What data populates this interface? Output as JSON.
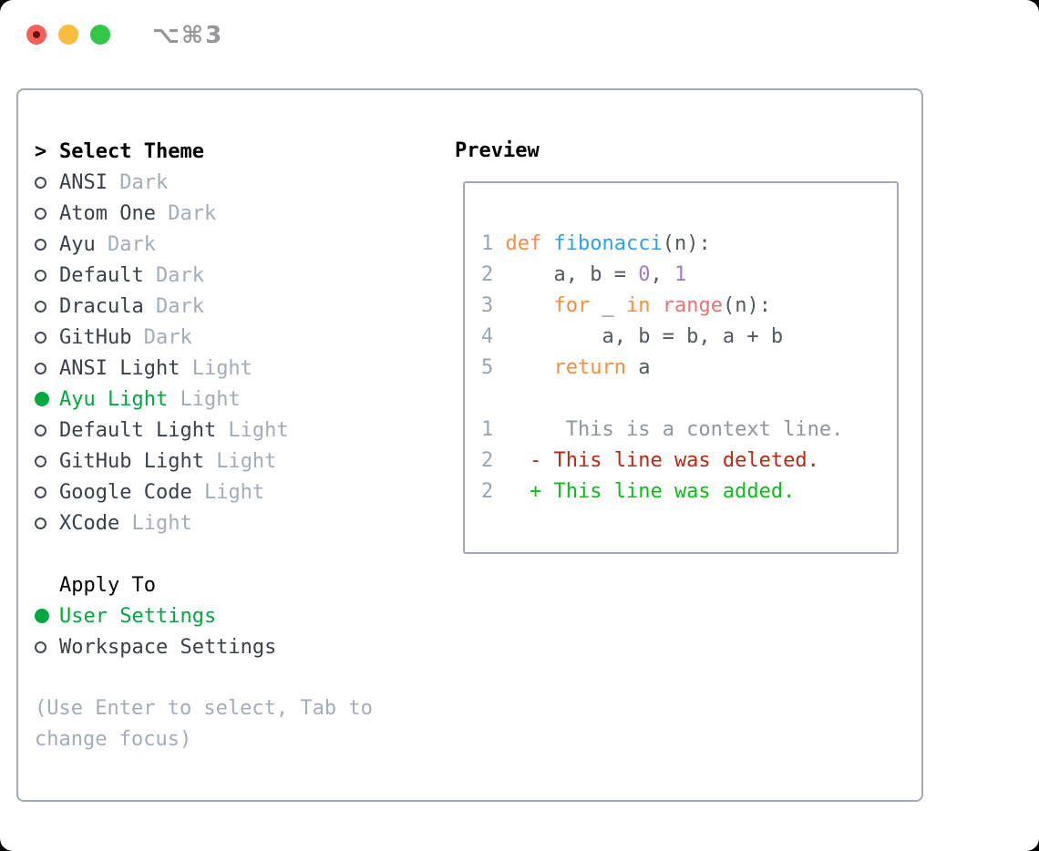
{
  "window": {
    "shortcut_label": "⌥⌘3",
    "traffic_lights": {
      "close": "#f4605a",
      "minimize": "#f7bd3c",
      "zoom": "#33c748"
    }
  },
  "colors": {
    "selected_green": "#00a93f",
    "added_green": "#0bbd16",
    "deleted_red": "#c22410",
    "keyword_orange": "#fa8d3e",
    "function_blue": "#2ca3e8",
    "constant_purple": "#a37acc",
    "range_coral": "#f07171",
    "muted_gray": "#a3acb9",
    "border_gray": "#a3aab5"
  },
  "theme_panel": {
    "header_marker": ">",
    "header": "Select Theme",
    "items": [
      {
        "name": "ANSI",
        "variant": "Dark",
        "selected": false
      },
      {
        "name": "Atom One",
        "variant": "Dark",
        "selected": false
      },
      {
        "name": "Ayu",
        "variant": "Dark",
        "selected": false
      },
      {
        "name": "Default",
        "variant": "Dark",
        "selected": false
      },
      {
        "name": "Dracula",
        "variant": "Dark",
        "selected": false
      },
      {
        "name": "GitHub",
        "variant": "Dark",
        "selected": false
      },
      {
        "name": "ANSI Light",
        "variant": "Light",
        "selected": false
      },
      {
        "name": "Ayu Light",
        "variant": "Light",
        "selected": true
      },
      {
        "name": "Default Light",
        "variant": "Light",
        "selected": false
      },
      {
        "name": "GitHub Light",
        "variant": "Light",
        "selected": false
      },
      {
        "name": "Google Code",
        "variant": "Light",
        "selected": false
      },
      {
        "name": "XCode",
        "variant": "Light",
        "selected": false
      }
    ]
  },
  "apply_to": {
    "header": "Apply To",
    "options": [
      {
        "label": "User Settings",
        "selected": true
      },
      {
        "label": "Workspace Settings",
        "selected": false
      }
    ]
  },
  "hint": "(Use Enter to select, Tab to change focus)",
  "preview": {
    "header": "Preview",
    "lines": [
      [
        {
          "t": "1 ",
          "c": "ln"
        },
        {
          "t": "def ",
          "c": "kw"
        },
        {
          "t": "fibonacci",
          "c": "fn"
        },
        {
          "t": "(n):",
          "c": "pl"
        }
      ],
      [
        {
          "t": "2 ",
          "c": "ln"
        },
        {
          "t": "    a, b = ",
          "c": "pl"
        },
        {
          "t": "0",
          "c": "num"
        },
        {
          "t": ", ",
          "c": "pl"
        },
        {
          "t": "1",
          "c": "num"
        }
      ],
      [
        {
          "t": "3 ",
          "c": "ln"
        },
        {
          "t": "    ",
          "c": "pl"
        },
        {
          "t": "for ",
          "c": "kw"
        },
        {
          "t": "_ ",
          "c": "pl"
        },
        {
          "t": "in ",
          "c": "kw"
        },
        {
          "t": "range",
          "c": "rng"
        },
        {
          "t": "(n):",
          "c": "pl"
        }
      ],
      [
        {
          "t": "4 ",
          "c": "ln"
        },
        {
          "t": "        a, b = b, a + b",
          "c": "pl"
        }
      ],
      [
        {
          "t": "5 ",
          "c": "ln"
        },
        {
          "t": "    ",
          "c": "pl"
        },
        {
          "t": "return ",
          "c": "kw"
        },
        {
          "t": "a",
          "c": "pl"
        }
      ],
      [],
      [
        {
          "t": "1",
          "c": "ln"
        },
        {
          "t": "      ",
          "c": "pl"
        },
        {
          "t": "This is a context line.",
          "c": "ctx"
        }
      ],
      [
        {
          "t": "2",
          "c": "ln"
        },
        {
          "t": "   ",
          "c": "pl"
        },
        {
          "t": "- This line was deleted.",
          "c": "del"
        }
      ],
      [
        {
          "t": "2",
          "c": "ln"
        },
        {
          "t": "   ",
          "c": "pl"
        },
        {
          "t": "+ This line was added.",
          "c": "add"
        }
      ]
    ]
  }
}
